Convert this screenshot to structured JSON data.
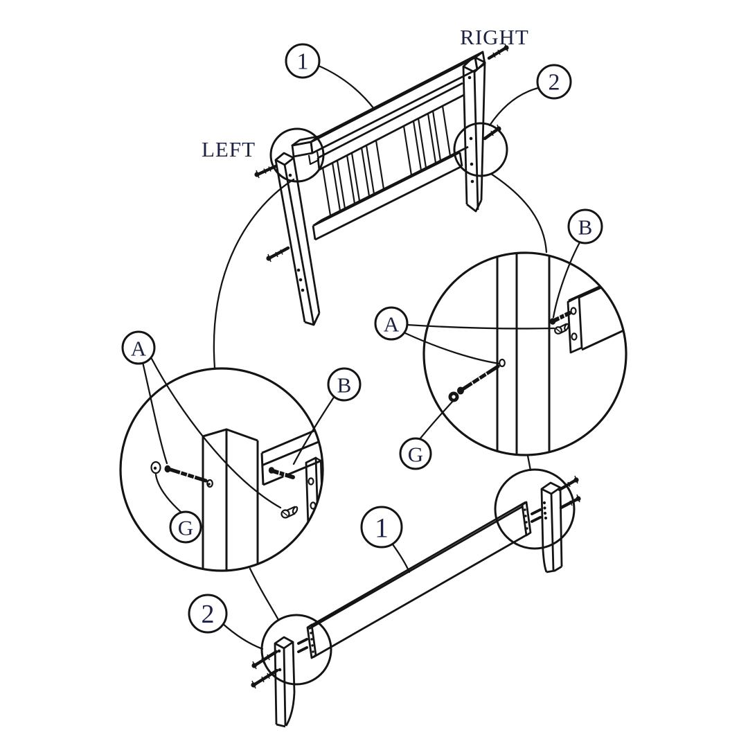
{
  "labels": {
    "right": "RIGHT",
    "left": "LEFT"
  },
  "balloons": {
    "headboard_panel": "1",
    "headboard_leg": "2",
    "left_detail_bolt": "A",
    "left_detail_screw": "B",
    "left_detail_washer": "G",
    "right_detail_bolt": "A",
    "right_detail_screw": "B",
    "right_detail_washer": "G",
    "footboard_rail": "1",
    "footboard_leg": "2"
  },
  "colors": {
    "line": "#141414",
    "text": "#1c2240",
    "background": "#ffffff"
  }
}
